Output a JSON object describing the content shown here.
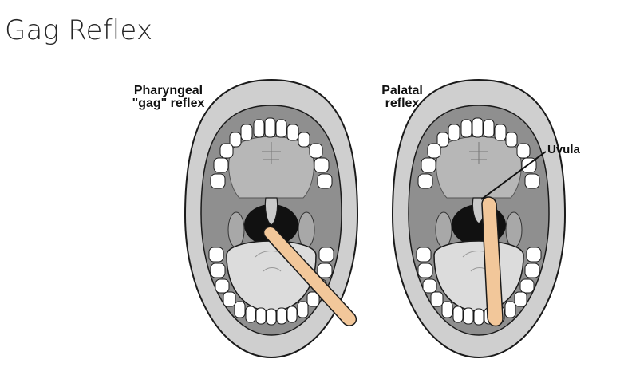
{
  "title": "Gag Reflex",
  "panels": [
    {
      "label_lines": [
        "Pharyngeal",
        "\"gag\" reflex"
      ]
    },
    {
      "label_lines": [
        "Palatal",
        "reflex"
      ]
    }
  ],
  "callout": "Uvula",
  "colors": {
    "lip": "#c8c8c8",
    "mouth_interior": "#9a9a9a",
    "palate": "#b4b4b4",
    "throat": "#111111",
    "tongue": "#d9d9d9",
    "teeth": "#ffffff",
    "tongue_depressor": "#f2c79a",
    "outline": "#1a1a1a"
  }
}
